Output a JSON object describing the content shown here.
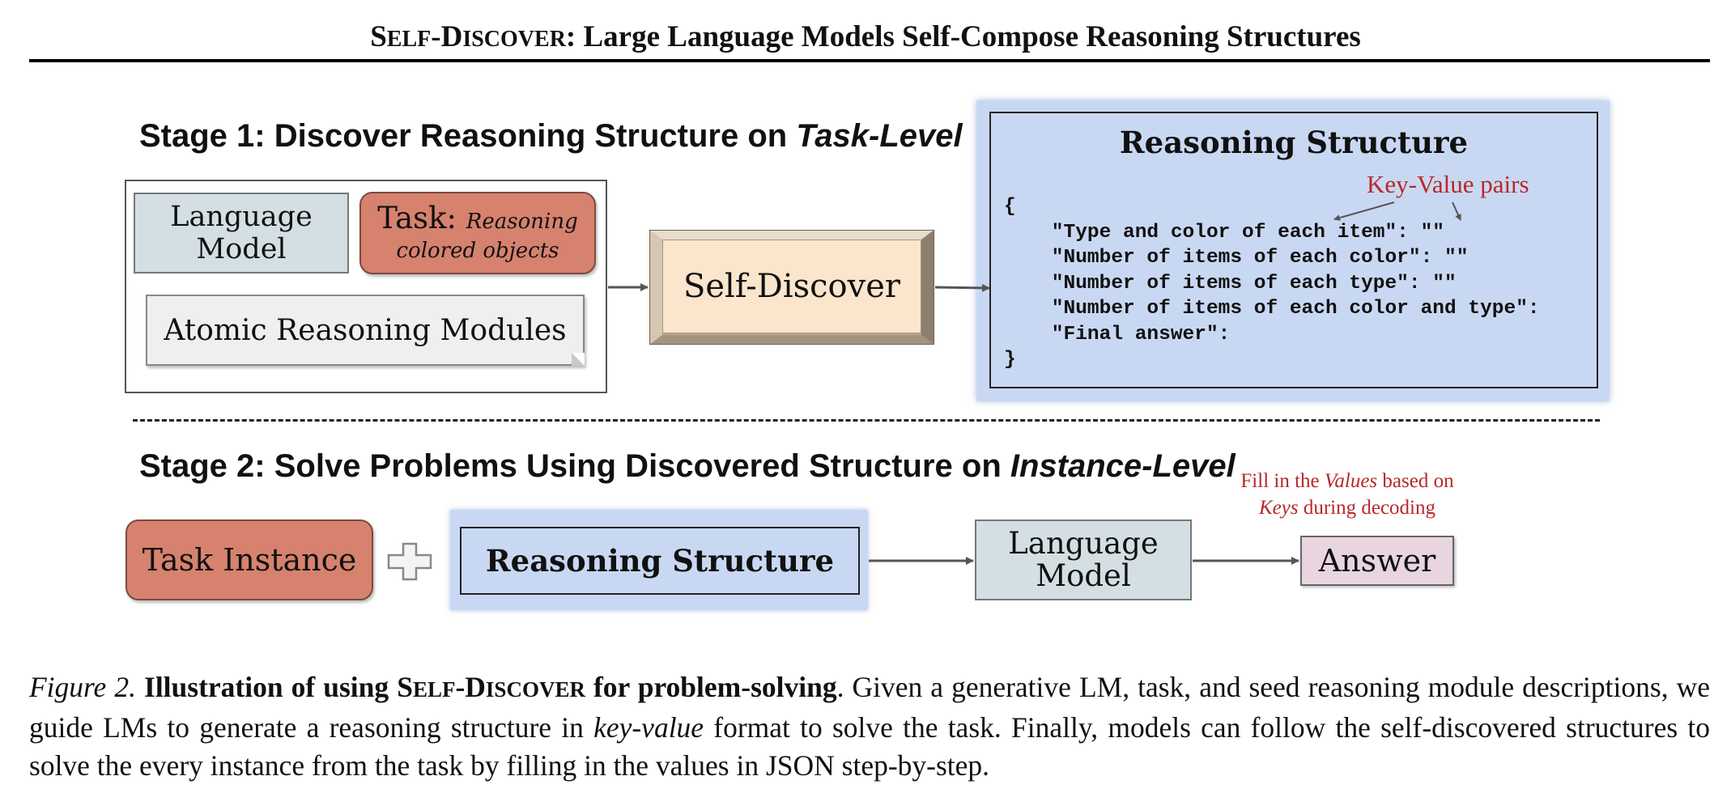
{
  "header": {
    "title_sc": [
      [
        "S",
        "ELF"
      ],
      [
        "-",
        ""
      ],
      [
        "D",
        "ISCOVER"
      ]
    ],
    "title_rest": ": Large Language Models Self-Compose Reasoning Structures"
  },
  "stage1": {
    "heading": "Stage 1: Discover Reasoning Structure on ",
    "heading_italic": "Task-Level",
    "language_model": [
      "Language",
      "Model"
    ],
    "task_label": "Task: ",
    "task_object": [
      "Reasoning",
      "colored objects"
    ],
    "atomic_modules": "Atomic Reasoning Modules",
    "self_discover": "Self-Discover",
    "reasoning_structure_title": "Reasoning Structure",
    "key_value_label": "Key-Value pairs",
    "code_lines": [
      "{",
      "    \"Type and color of each item\": \"\"",
      "    \"Number of items of each color\": \"\"",
      "    \"Number of items of each type\": \"\"",
      "    \"Number of items of each color and type\":",
      "    \"Final answer\":",
      "}"
    ]
  },
  "stage2": {
    "heading": "Stage 2: Solve Problems Using Discovered Structure on ",
    "heading_italic": "Instance-Level",
    "task_instance": "Task Instance",
    "reasoning_structure": "Reasoning Structure",
    "language_model": [
      "Language",
      "Model"
    ],
    "answer": "Answer",
    "fill_note": {
      "pre": "Fill in the ",
      "values": "Values",
      "mid": " based on",
      "keys": "Keys",
      "post": " during decoding"
    }
  },
  "caption": {
    "figure_label": "Figure 2.",
    "bold_pre": "Illustration of using ",
    "bold_post": " for problem-solving",
    "text_1": ".  Given a generative LM, task, and seed reasoning module descriptions, we guide LMs to generate a reasoning structure in ",
    "text_italic": "key-value",
    "text_2": " format to solve the task.  Finally, models can follow the self-discovered structures to solve the every instance from the task by filling in the values in JSON step-by-step."
  },
  "colors": {
    "task_red": "#d6826f",
    "lm_gray_blue": "#d3dfe3",
    "structure_blue": "#c9d8f2",
    "self_discover_beige": "#fbe5cc",
    "answer_pink": "#e8d5e0",
    "annotation_red": "#b82828"
  }
}
